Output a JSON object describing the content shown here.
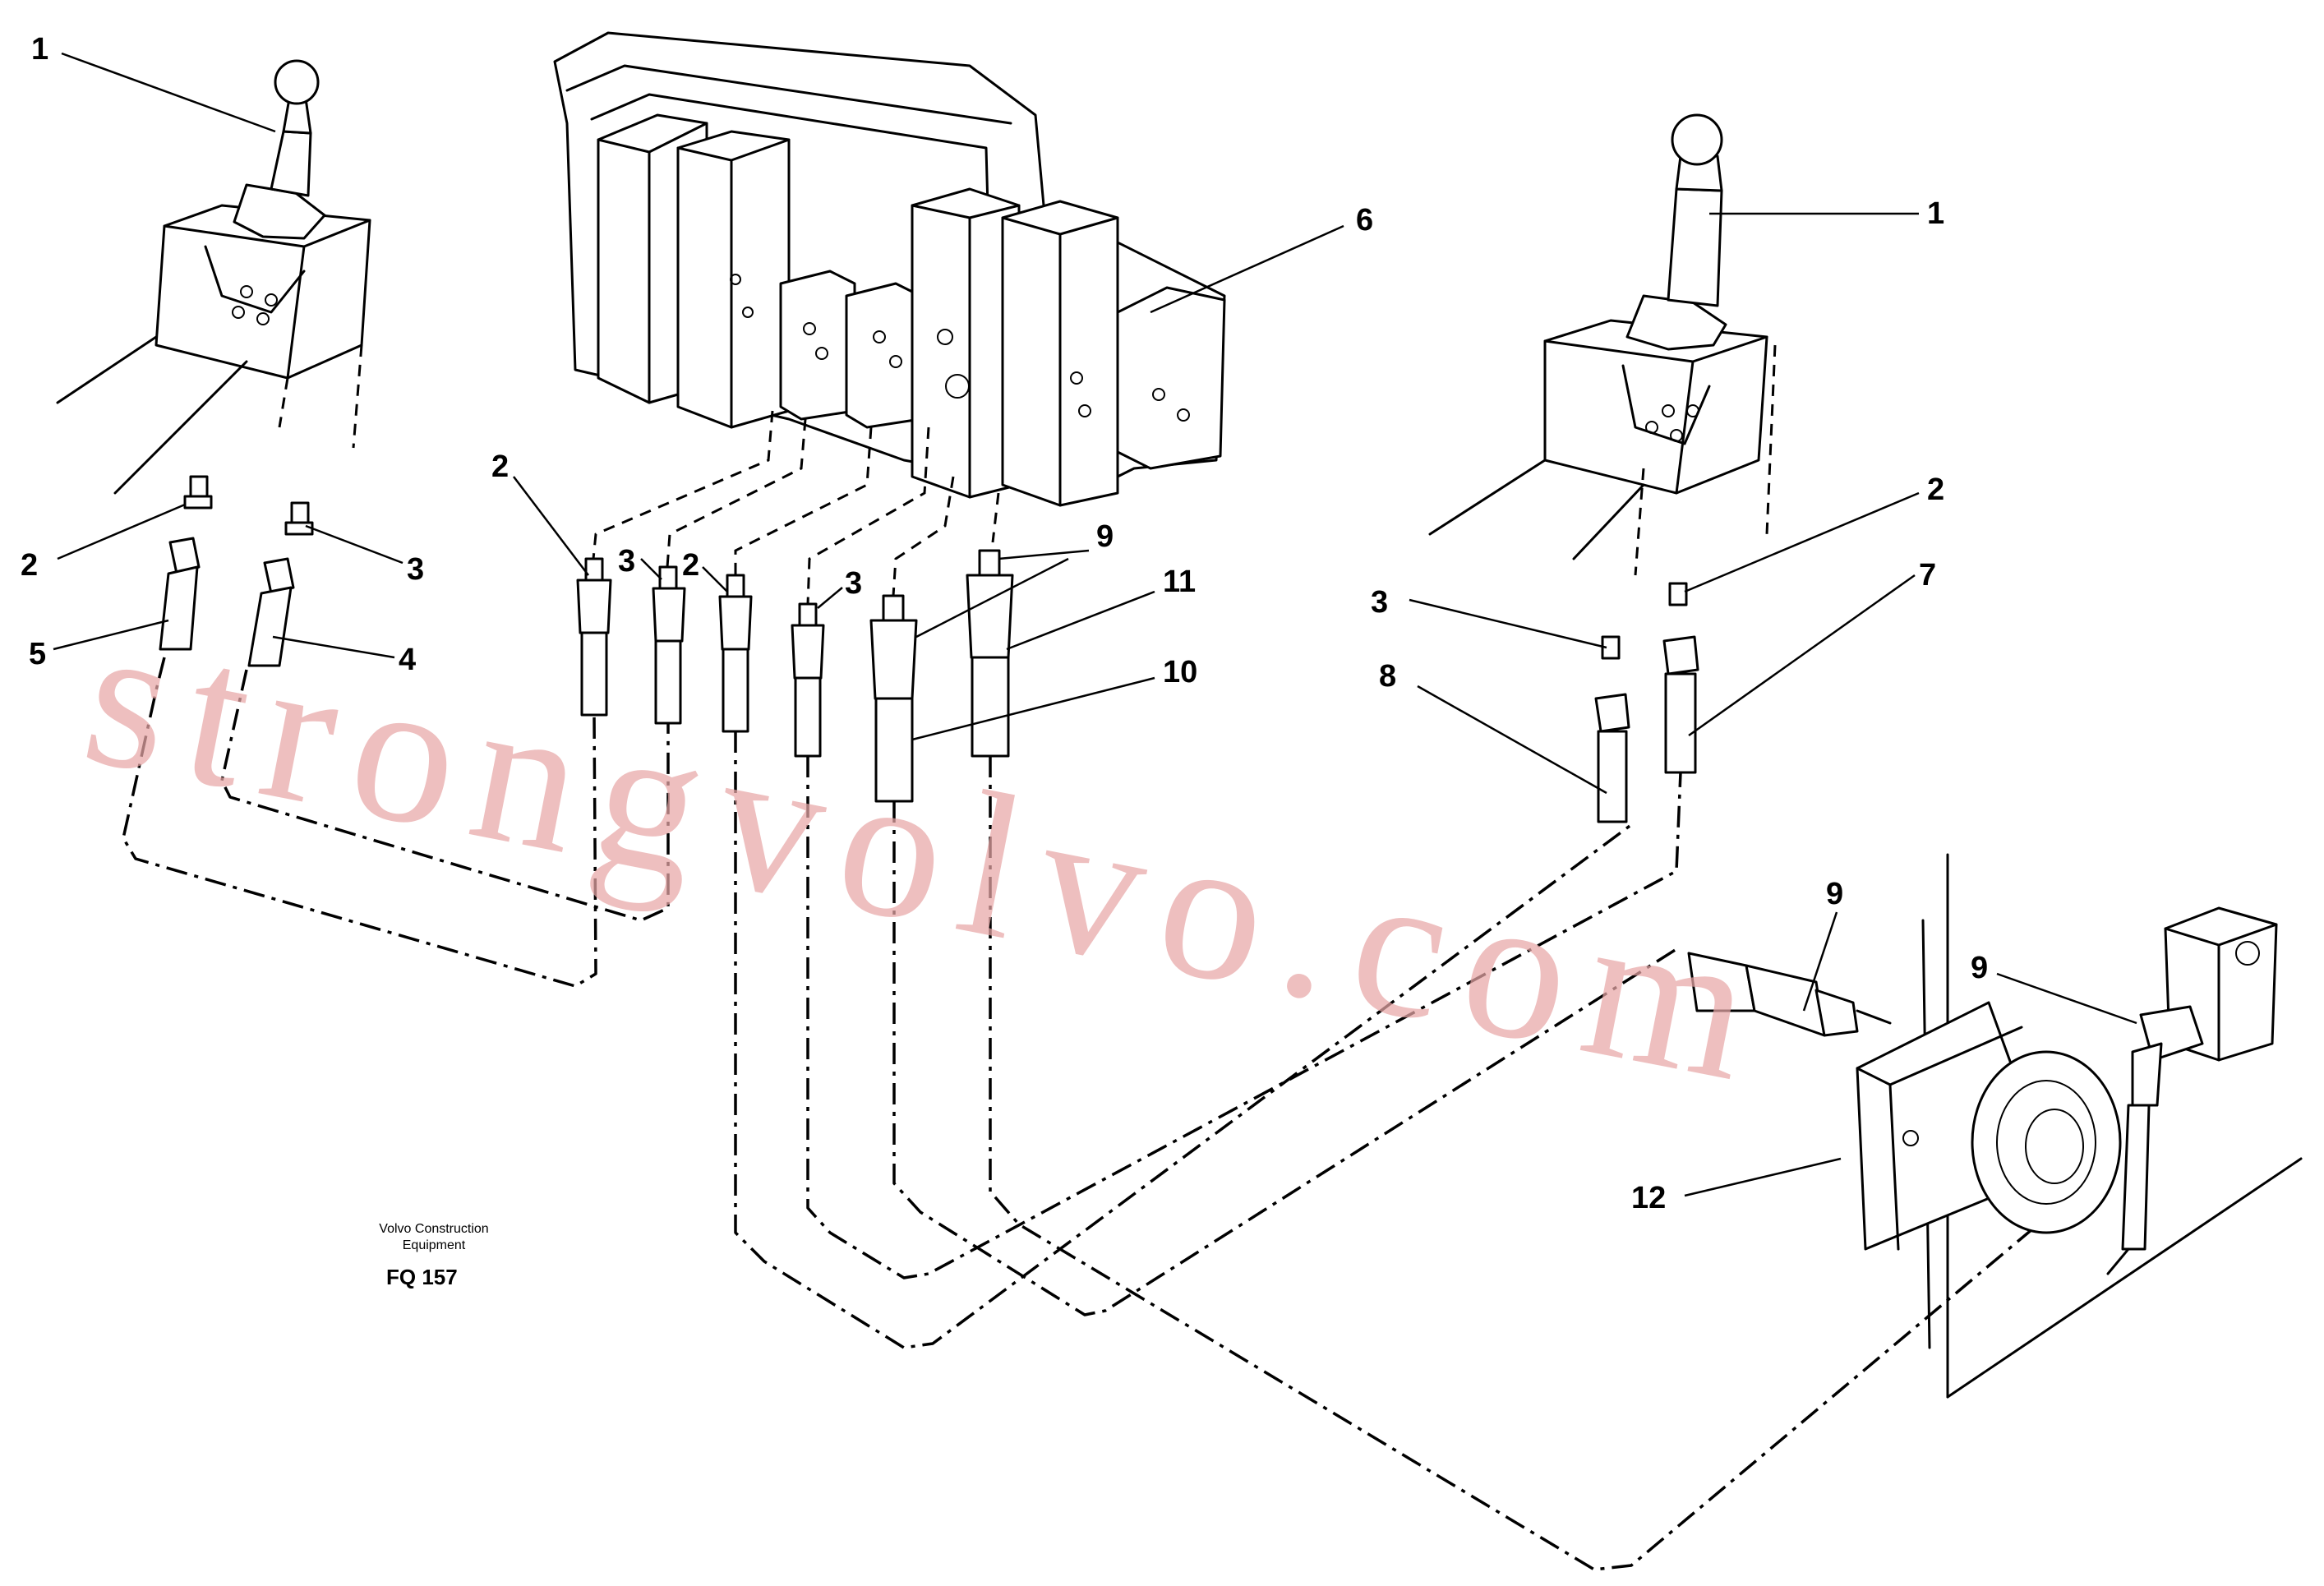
{
  "labels": {
    "l1_left": "1",
    "l2_left": "2",
    "l3_left": "3",
    "l4": "4",
    "l5": "5",
    "l6": "6",
    "l2_center_a": "2",
    "l3_center_a": "3",
    "l2_center_b": "2",
    "l3_center_b": "3",
    "l9_center": "9",
    "l11": "11",
    "l10": "10",
    "l1_right": "1",
    "l2_right": "2",
    "l3_right": "3",
    "l7": "7",
    "l8": "8",
    "l9_lower_a": "9",
    "l9_lower_b": "9",
    "l12": "12"
  },
  "caption": {
    "line1": "Volvo Construction",
    "line2": "Equipment",
    "code": "FQ 157"
  },
  "watermark": "strongvolvo.com"
}
